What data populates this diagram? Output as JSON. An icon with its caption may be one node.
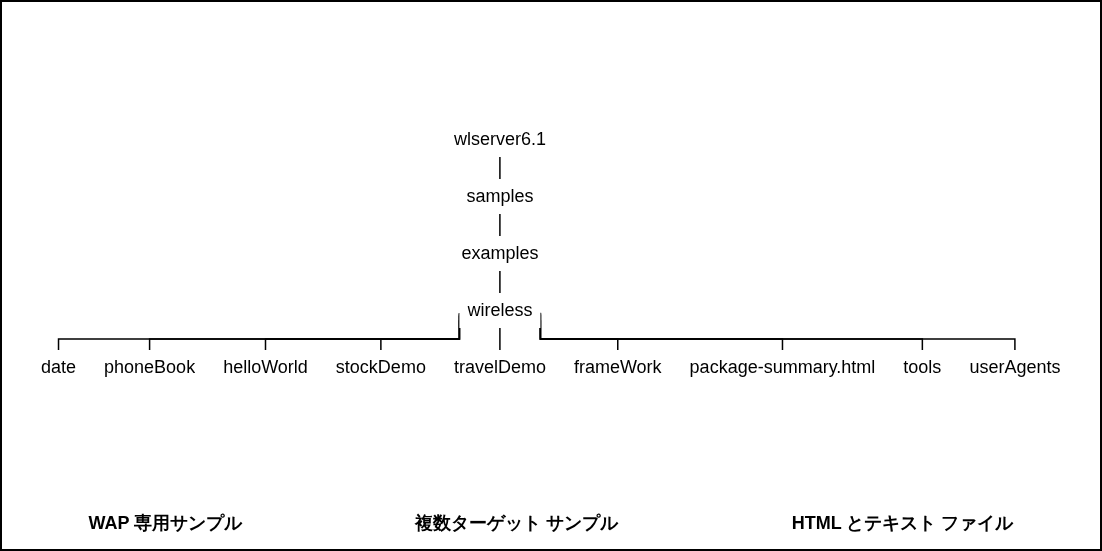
{
  "diagram": {
    "nodes": [
      {
        "text": [
          "wlserver6.1"
        ]
      },
      {
        "text": [
          "samples"
        ]
      },
      {
        "text": [
          "examples"
        ]
      },
      {
        "text": [
          "wireless"
        ]
      },
      {
        "text": [
          "date"
        ]
      },
      {
        "text": [
          "phoneBook"
        ]
      },
      {
        "text": [
          "helloWorld"
        ]
      },
      {
        "text": [
          "stockDemo"
        ]
      },
      {
        "text": [
          "travelDemo"
        ]
      },
      {
        "text": [
          "frameWork"
        ]
      },
      {
        "text": [
          "package-summary.html"
        ]
      },
      {
        "text": [
          "tools"
        ]
      },
      {
        "text": [
          "userAgents"
        ]
      }
    ],
    "edges": [
      {
        "from": 0,
        "to": 1,
        "arrow": "none"
      },
      {
        "from": 1,
        "to": 2,
        "arrow": "none"
      },
      {
        "from": 2,
        "to": 3,
        "arrow": "none"
      },
      {
        "from": 3,
        "to": 4,
        "arrow": "none"
      },
      {
        "from": 3,
        "to": 5,
        "arrow": "none"
      },
      {
        "from": 3,
        "to": 6,
        "arrow": "none"
      },
      {
        "from": 3,
        "to": 7,
        "arrow": "none"
      },
      {
        "from": 3,
        "to": 8,
        "arrow": "none"
      },
      {
        "from": 3,
        "to": 9,
        "arrow": "none"
      },
      {
        "from": 3,
        "to": 10,
        "arrow": "none"
      },
      {
        "from": 3,
        "to": 11,
        "arrow": "none"
      },
      {
        "from": 3,
        "to": 12,
        "arrow": "none"
      }
    ],
    "labels": [
      "WAP 専用サンプル",
      "複数ターゲット サンプル",
      "HTML とテキスト ファイル"
    ]
  }
}
